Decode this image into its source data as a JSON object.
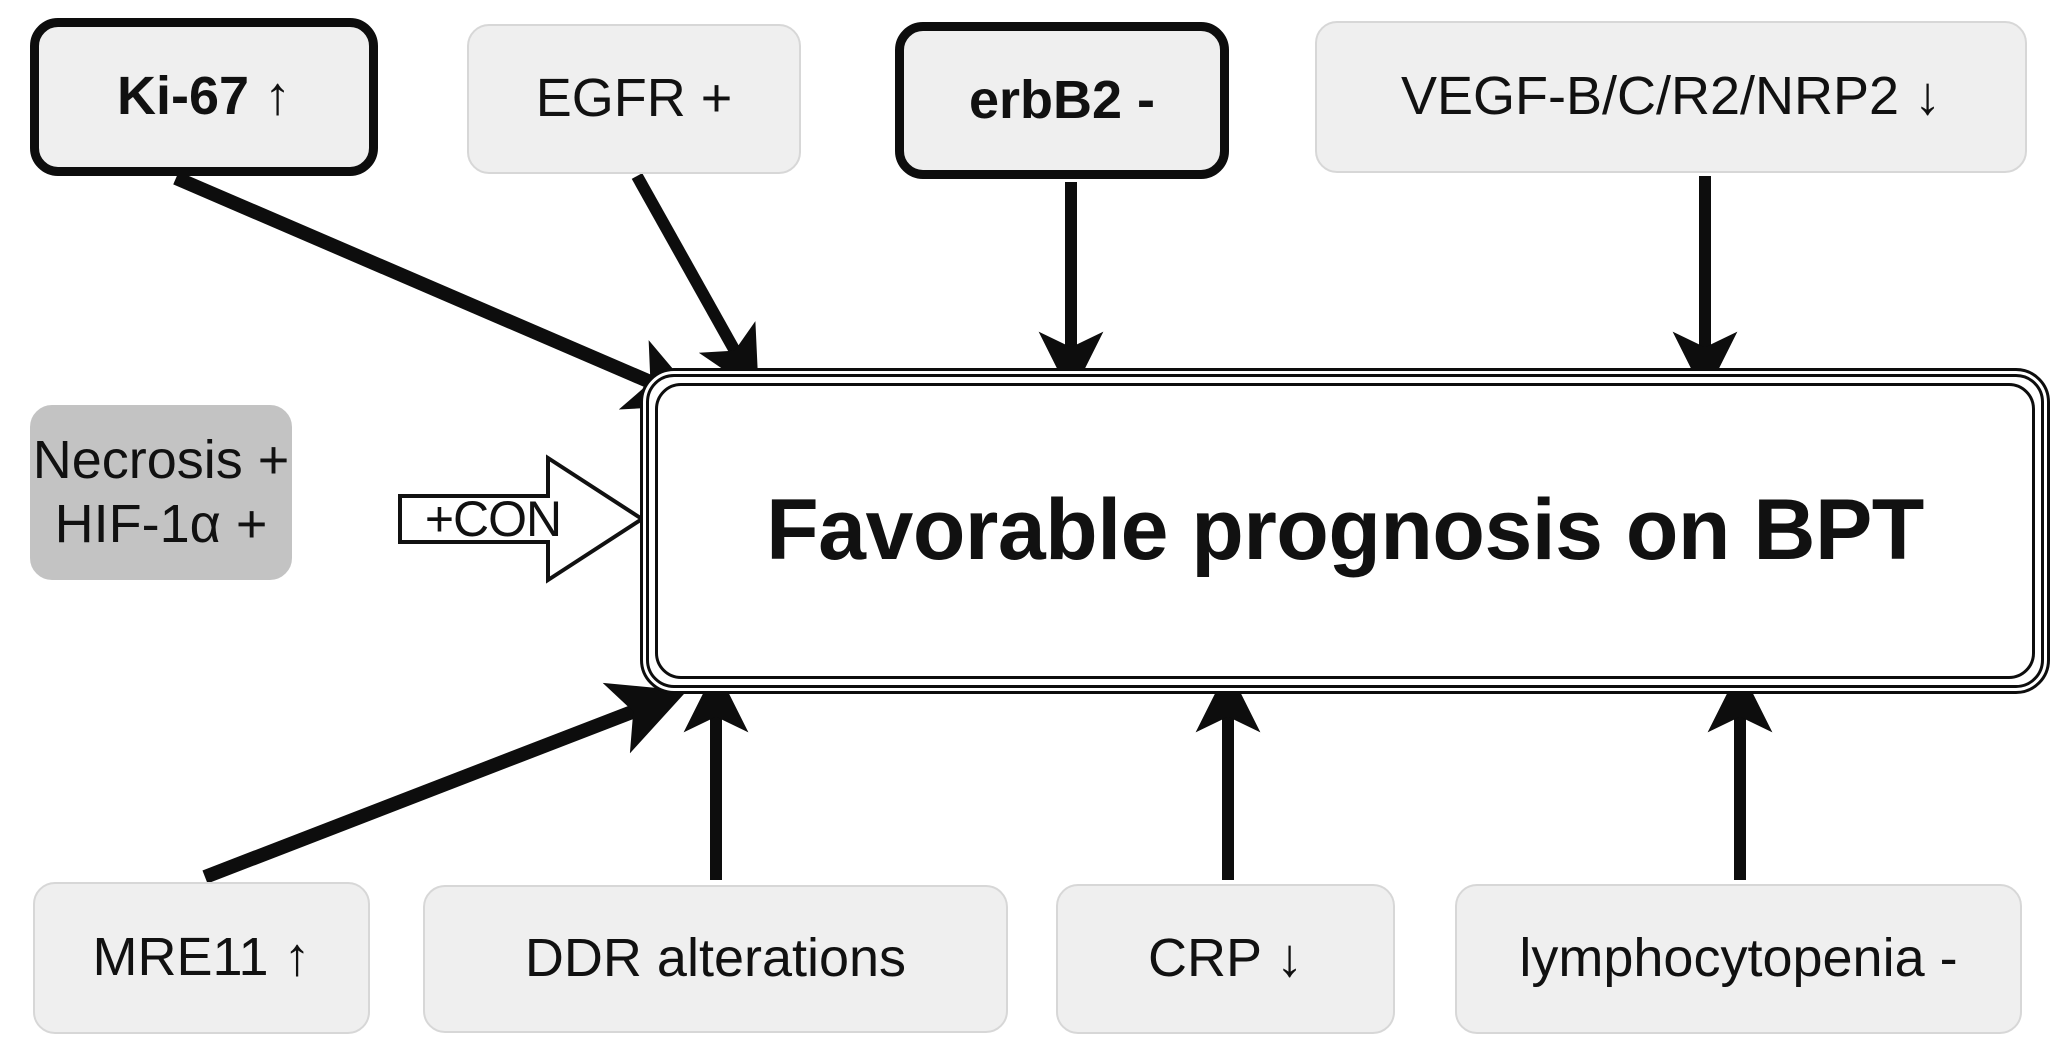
{
  "diagram": {
    "title": "Favorable prognosis on BPT factor diagram",
    "colors": {
      "box_fill_light": "#efefef",
      "box_border_light": "#d7d7d7",
      "box_border_strong": "#0d0d0d",
      "box_fill_grey": "#c3c3c3",
      "outcome_fill": "#ffffff",
      "arrow": "#0d0d0d",
      "text": "#111111",
      "background": "#ffffff"
    },
    "outcome": {
      "label": "Favorable prognosis on BPT"
    },
    "top_factors": [
      {
        "label": "Ki-67 ↑",
        "emphasis": "strong",
        "direction_icon": "arrow-up-icon"
      },
      {
        "label": "EGFR +",
        "emphasis": "light",
        "direction_icon": "plus-sign"
      },
      {
        "label": "erbB2 -",
        "emphasis": "strong",
        "direction_icon": "minus-sign"
      },
      {
        "label": "VEGF-B/C/R2/NRP2 ↓",
        "emphasis": "light",
        "direction_icon": "arrow-down-icon"
      }
    ],
    "left_factor": {
      "label": "Necrosis +\nHIF-1α +",
      "emphasis": "filled",
      "connector_label": "+CON"
    },
    "bottom_factors": [
      {
        "label": "MRE11 ↑",
        "emphasis": "light",
        "direction_icon": "arrow-up-icon"
      },
      {
        "label": "DDR alterations",
        "emphasis": "light",
        "direction_icon": "none"
      },
      {
        "label": "CRP ↓",
        "emphasis": "light",
        "direction_icon": "arrow-down-icon"
      },
      {
        "label": "lymphocytopenia -",
        "emphasis": "light",
        "direction_icon": "minus-sign"
      }
    ]
  }
}
